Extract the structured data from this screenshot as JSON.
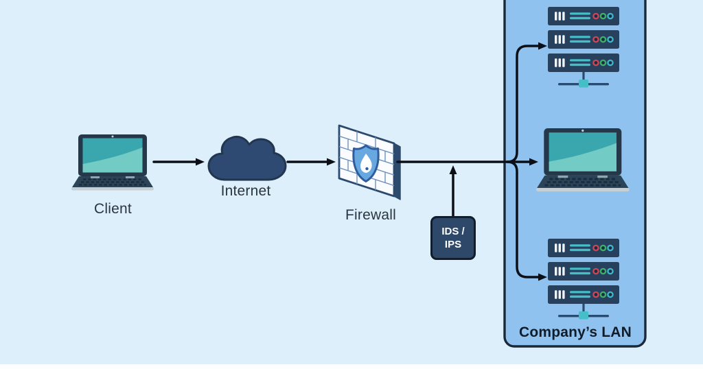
{
  "diagram": {
    "type": "network-security-diagram",
    "nodes": {
      "client": {
        "label": "Client",
        "icon": "laptop-icon"
      },
      "internet": {
        "label": "Internet",
        "icon": "cloud-icon"
      },
      "firewall": {
        "label": "Firewall",
        "icon": "brick-wall-shield-icon"
      },
      "ids_ips": {
        "line1": "IDS /",
        "line2": "IPS"
      },
      "lan": {
        "label": "Company’s LAN",
        "top_rack_units": 3,
        "bottom_rack_units": 3,
        "workstation": "laptop"
      }
    },
    "connections": [
      {
        "from": "client",
        "to": "internet",
        "style": "arrow"
      },
      {
        "from": "internet",
        "to": "firewall",
        "style": "arrow"
      },
      {
        "from": "firewall",
        "to": "lan-workstation",
        "style": "arrow"
      },
      {
        "from": "ids_ips",
        "to": "firewall-lan-link",
        "style": "arrow-up-tap"
      },
      {
        "from": "lan-split",
        "to": "top-server-rack",
        "style": "curved-arrow"
      },
      {
        "from": "lan-split",
        "to": "bottom-server-rack",
        "style": "curved-arrow"
      }
    ],
    "colors": {
      "background": "#dceffb",
      "lan_fill": "#8fc2ef",
      "lan_border": "#1b2838",
      "arrow": "#0c1016",
      "cloud_navy": "#2e4a72",
      "server_navy": "#27405e",
      "teal_accent": "#45bec8",
      "laptop_frame": "#24384a",
      "laptop_screen": "#3aa7ae",
      "ids_fill": "#2d4868",
      "wall_outline": "#2c4a6e",
      "shield_blue": "#68a8e0",
      "led_red": "#cf4553",
      "led_green": "#3eb066",
      "led_cyan": "#3bb7c9"
    }
  }
}
